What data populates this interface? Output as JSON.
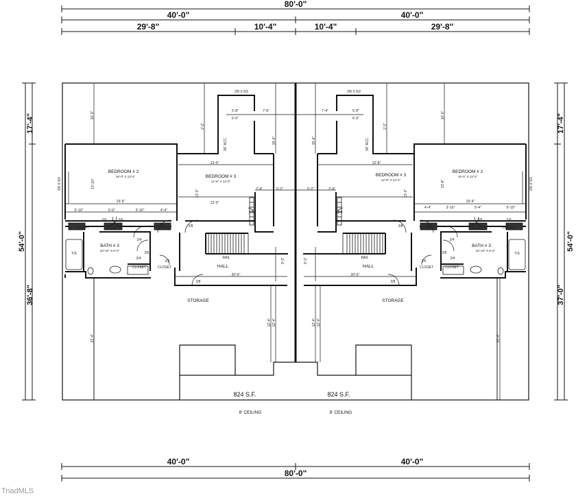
{
  "dimensions": {
    "overall_top": "80'-0\"",
    "left_half_top": "40'-0\"",
    "right_half_top": "40'-0\"",
    "left_outer_top": "29'-8\"",
    "left_inner_top": "10'-4\"",
    "right_inner_top": "10'-4\"",
    "right_outer_top": "29'-8\"",
    "left_side_upper": "17'-4\"",
    "left_side_total": "54'-0\"",
    "left_side_lower": "36'-8\"",
    "right_side_upper": "17'-4\"",
    "right_side_total": "54'-0\"",
    "right_side_lower": "37'-0\"",
    "overall_bottom": "80'-0\"",
    "left_half_bottom": "40'-0\"",
    "right_half_bottom": "40'-0\""
  },
  "rooms": {
    "bedroom2": "BEDROOM # 2",
    "bedroom2_left_size": "19'-0\" X 13'-4\"",
    "bedroom2_right_size": "19'-0\" X 13'-4\"",
    "bedroom3": "BEDROOM # 3",
    "bedroom3_size": "12'-8\" X 13'-4\"",
    "bath3": "BATH # 3",
    "bath3_size": "10'-10\" X 6'-2\"",
    "closet": "CLOSET",
    "hall": "HALL",
    "rail": "RAIL",
    "storage": "STORAGE",
    "acc": "36\" ACC.",
    "ts": "T/S"
  },
  "units": {
    "left_area": "824 S.F.",
    "right_area": "824 S.F.",
    "left_ceiling": "8' CEILING",
    "right_ceiling": "8' CEILING"
  },
  "notes": {
    "dim_19_6": "19'-6\"",
    "dim_19_4": "19'-4\"",
    "dim_13_0": "13'-0\"",
    "dim_12_8": "12'-8\"",
    "dim_5_8": "5'-8\"",
    "dim_6_0": "6'-0\"",
    "dim_7_6": "7'-6\"",
    "dim_7_4": "7'-4\"",
    "dim_5_10": "5'-10\"",
    "dim_5_6": "5'-6\"",
    "dim_5_4": "5'-4\"",
    "dim_3_10": "3'-10\"",
    "dim_4_4": "4'-4\"",
    "dim_2_4": "2'-4\"",
    "dim_5_2": "5'-2\"",
    "dim_20_6": "20'-6\"",
    "dim_9_2": "9'-2\"",
    "dim_21_4": "21'-4\"",
    "dim_12_4": "12'-4\"",
    "dim_10_0": "10'-0\"",
    "dim_15_6": "15'-6\"",
    "dim_13_10": "13'-10\"",
    "dim_13_8": "13'-8\"",
    "dim_2_2": "2'-2\"",
    "door_2_8": "2/8",
    "door_2_6": "2/6",
    "door_2_4": "2/4",
    "door_2_0": "2/0",
    "door_28x52": "2/8 X 5/2",
    "win_28x52": "2/8 X 5/2"
  },
  "watermark": "TriadMLS"
}
